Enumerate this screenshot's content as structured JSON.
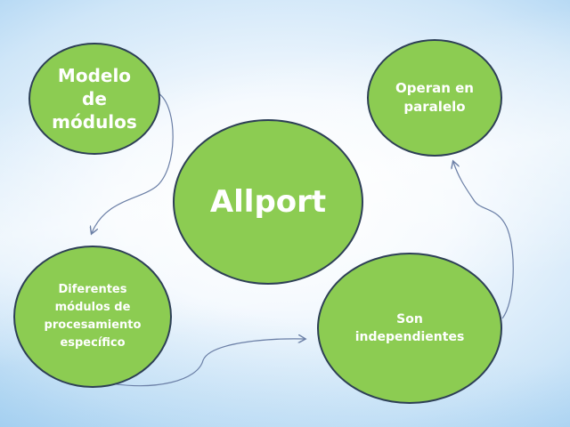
{
  "diagram": {
    "center": {
      "label": "Allport"
    },
    "nodes": {
      "modelo": {
        "label": "Modelo\nde\nmódulos"
      },
      "operan": {
        "label": "Operan en\nparalelo"
      },
      "diferentes": {
        "label": "Diferentes\nmódulos de\nprocesamiento\nespecífico"
      },
      "son": {
        "label": "Son\nindependientes"
      }
    },
    "flow": [
      "modelo",
      "diferentes",
      "son",
      "operan"
    ],
    "colors": {
      "node_fill": "#8ccc52",
      "node_border": "#2d3f56",
      "text": "#ffffff",
      "arrow": "#6b7fa6"
    }
  }
}
